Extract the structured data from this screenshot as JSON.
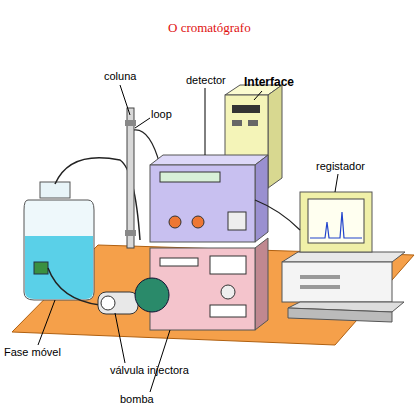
{
  "diagram": {
    "title": "O cromatógrafo",
    "labels": [
      "coluna",
      "detector",
      "Interface",
      "loop",
      "registador",
      "Fase móvel",
      "válvula injectora",
      "bomba"
    ]
  }
}
